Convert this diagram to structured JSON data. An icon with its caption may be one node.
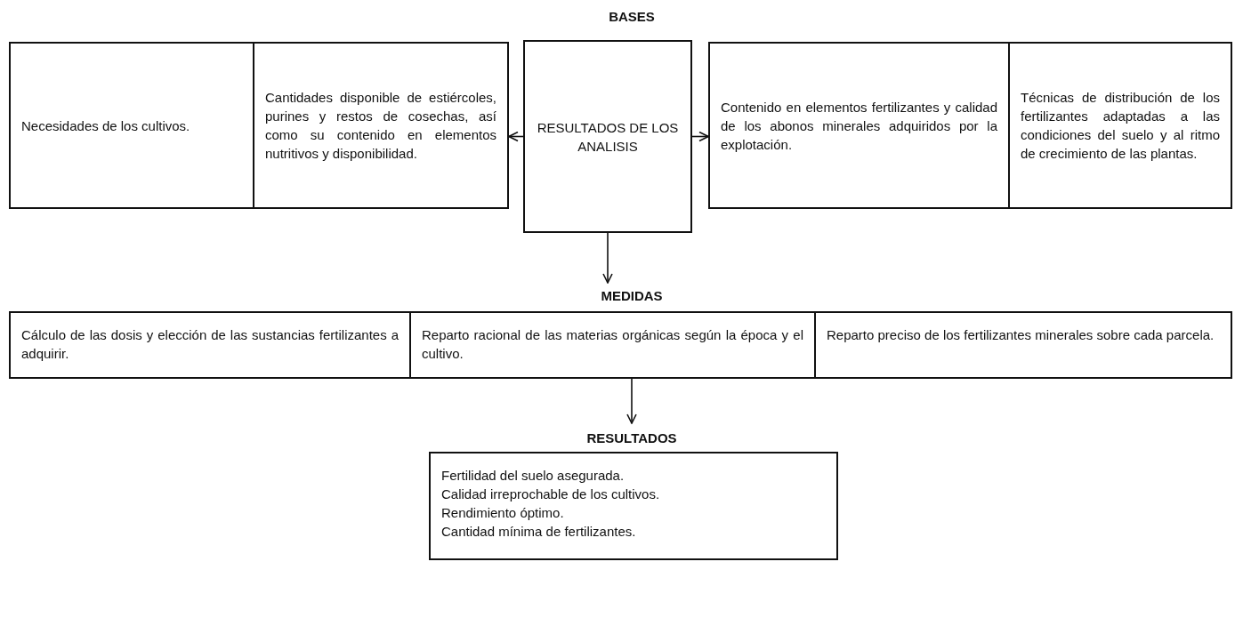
{
  "diagram": {
    "nodes": [
      {
        "text": [
          "Necesidades de los cultivos."
        ]
      },
      {
        "text": [
          "Cantidades disponible de estiércoles, purines y restos de cosechas, así como su contenido en elementos nutritivos y disponibilidad."
        ]
      },
      {
        "text": [
          "RESULTADOS DE LOS ANALISIS"
        ]
      },
      {
        "text": [
          "Contenido en elementos fertilizantes y calidad de los abonos minerales adquiridos por la explotación."
        ]
      },
      {
        "text": [
          "Técnicas de distribución de los fertilizantes adaptadas a las condiciones del suelo y al ritmo de crecimiento de las plantas."
        ]
      },
      {
        "text": [
          "Cálculo de las dosis y elección de las sustancias fertilizantes a adquirir."
        ]
      },
      {
        "text": [
          "Reparto racional de las materias orgánicas según la época y el cultivo."
        ]
      },
      {
        "text": [
          "Reparto preciso de los fertilizantes minerales sobre cada parcela."
        ]
      },
      {
        "text": [
          "Fertilidad del suelo asegurada.",
          "Calidad irreprochable de los cultivos.",
          "Rendimiento óptimo.",
          "Cantidad mínima de fertilizantes."
        ]
      }
    ],
    "edges": [
      {
        "from": 2,
        "to": 1,
        "arrow": "to"
      },
      {
        "from": 2,
        "to": 3,
        "arrow": "to"
      },
      {
        "from": 2,
        "to": 6,
        "arrow": "to"
      },
      {
        "from": 6,
        "to": 8,
        "arrow": "to"
      }
    ],
    "labels": [
      "BASES",
      "MEDIDAS",
      "RESULTADOS"
    ]
  }
}
